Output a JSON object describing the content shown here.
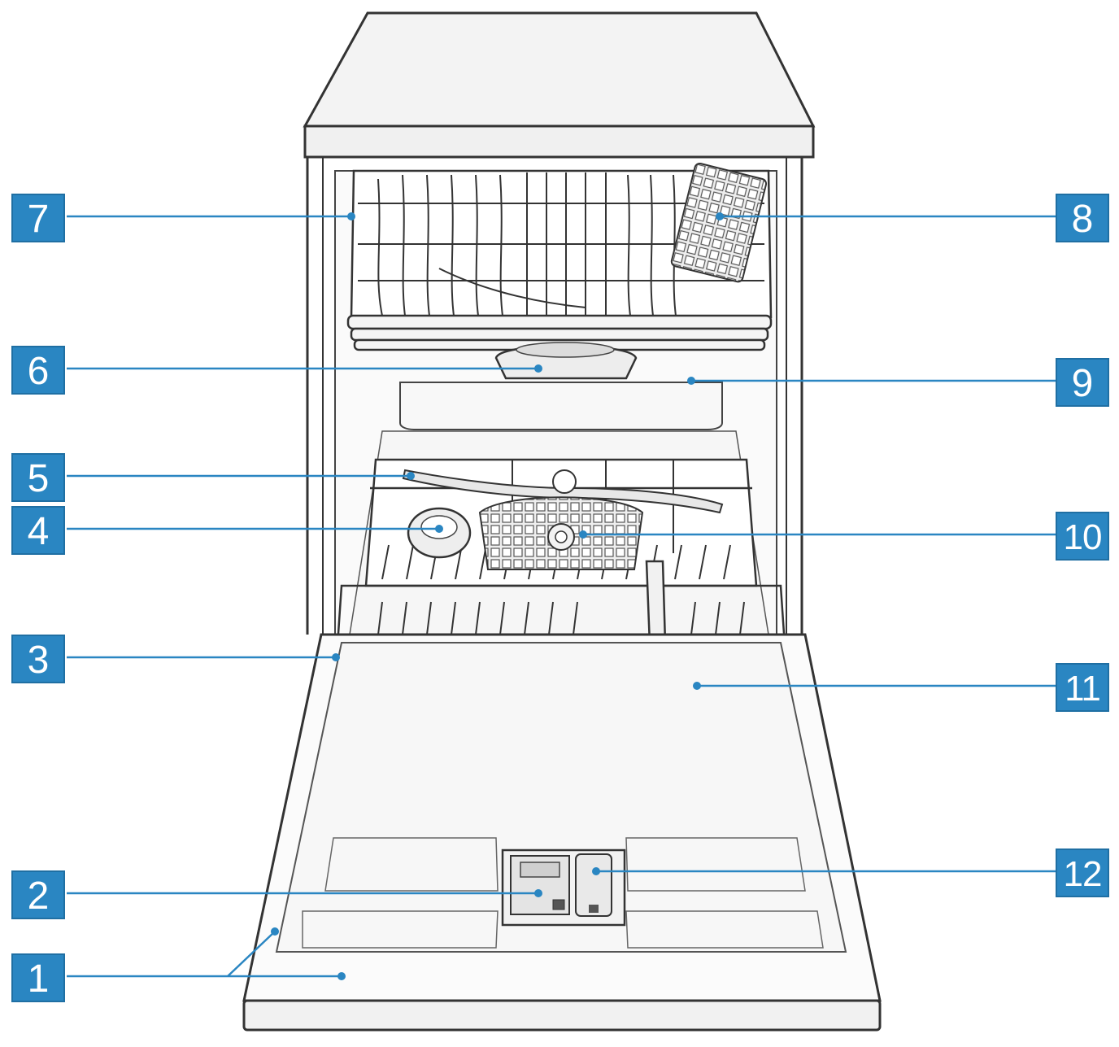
{
  "colors": {
    "callout_bg": "#2a86c2",
    "callout_text": "#ffffff",
    "leader_line": "#2a86c2",
    "outline": "#3a3a3a",
    "panel_fill": "#f2f2f2"
  },
  "callouts": [
    {
      "id": "1",
      "label": "1"
    },
    {
      "id": "2",
      "label": "2"
    },
    {
      "id": "3",
      "label": "3"
    },
    {
      "id": "4",
      "label": "4"
    },
    {
      "id": "5",
      "label": "5"
    },
    {
      "id": "6",
      "label": "6"
    },
    {
      "id": "7",
      "label": "7"
    },
    {
      "id": "8",
      "label": "8"
    },
    {
      "id": "9",
      "label": "9"
    },
    {
      "id": "10",
      "label": "10"
    },
    {
      "id": "11",
      "label": "11"
    },
    {
      "id": "12",
      "label": "12"
    }
  ]
}
